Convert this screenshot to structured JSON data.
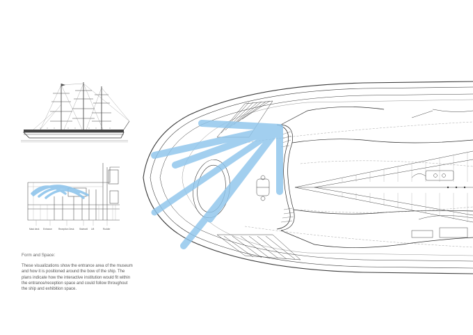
{
  "caption": {
    "title": "Form and Space:",
    "body": "These visualizations show the entrance area of the museum and how it is positioned around the bow of the ship. The plans indicate how the interactive institution would fit within the entrance/reception space and could follow throughout the ship and exhibition space."
  },
  "section_labels": [
    "Mast deck",
    "Entrance",
    "Reception Desk",
    "Stairwell",
    "Lift",
    "Rudder"
  ],
  "colors": {
    "linework": "#3a3a3a",
    "light_linework": "#8a8a8a",
    "light_blue_arrows": "#8ec5ec"
  }
}
